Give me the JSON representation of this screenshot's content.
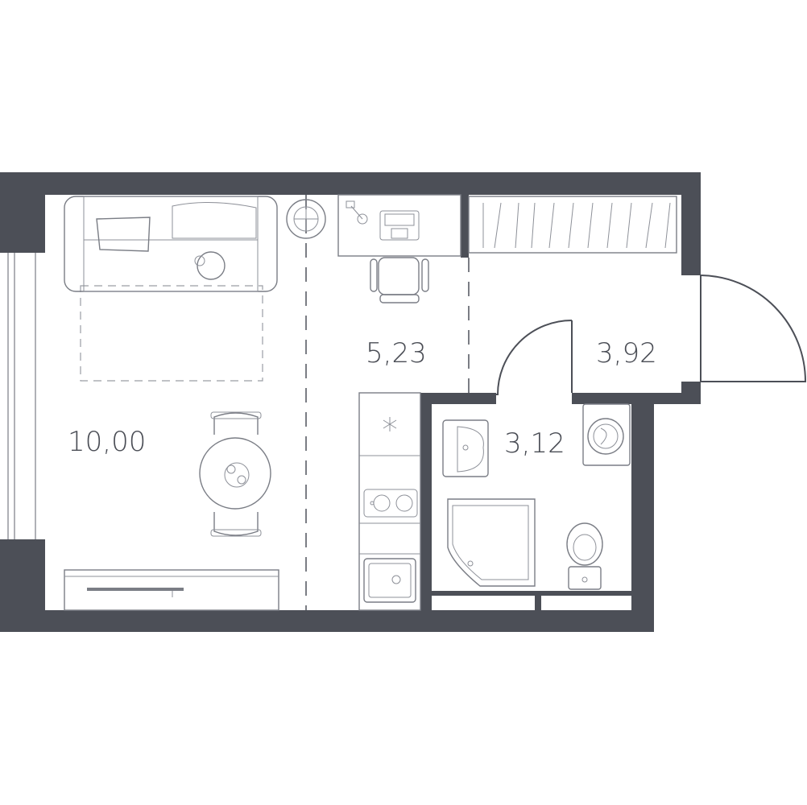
{
  "floor_plan": {
    "rooms": [
      {
        "id": "living",
        "area_label": "10,00"
      },
      {
        "id": "kitchen",
        "area_label": "5,23"
      },
      {
        "id": "bathroom",
        "area_label": "3,12"
      },
      {
        "id": "hallway",
        "area_label": "3,92"
      }
    ],
    "colors": {
      "wall": "#4c4f57",
      "furniture_line": "#7a7d85",
      "label": "#4a4d55"
    }
  }
}
